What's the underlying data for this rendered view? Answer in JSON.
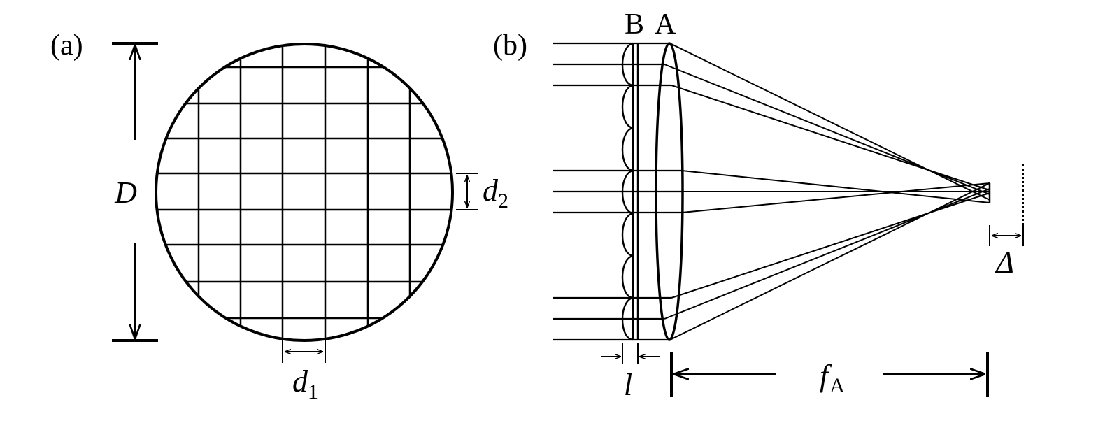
{
  "panel_a": {
    "label": "(a)",
    "diameter_label": "D",
    "pitch_x_label": {
      "main": "d",
      "sub": "1"
    },
    "pitch_y_label": {
      "main": "d",
      "sub": "2"
    }
  },
  "panel_b": {
    "label": "(b)",
    "array_label": "B",
    "lens_label": "A",
    "spacing_label": "l",
    "focal_label": {
      "main": "f",
      "sub": "A"
    },
    "offset_label": "Δ"
  },
  "colors": {
    "ink": "#000000",
    "background": "#ffffff"
  }
}
